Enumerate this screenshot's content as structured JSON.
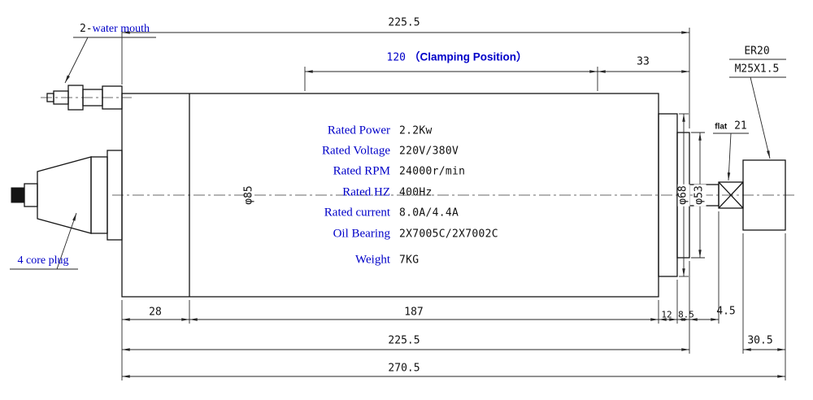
{
  "drawing": {
    "annotations": {
      "water_mouth_prefix": "2-",
      "water_mouth": "water mouth",
      "core_plug": "4 core plug",
      "collet_type": "ER20",
      "thread": "M25X1.5",
      "flat_label": "flat",
      "flat_value": "21",
      "clamping_value": "120",
      "clamping_label": "（Clamping Position）"
    },
    "dimensions": {
      "top_total": "225.5",
      "top_right": "33",
      "dia_body": "φ85",
      "dia_flange": "φ68",
      "dia_nose": "φ53",
      "bottom_cap": "28",
      "bottom_body": "187",
      "bottom_flange": "12",
      "bottom_nose": "8.5",
      "bottom_shaft": "4.5",
      "bottom_total": "225.5",
      "bottom_nut": "30.5",
      "overall": "270.5"
    },
    "specs": [
      {
        "label": "Rated Power",
        "value": "2.2Kw"
      },
      {
        "label": "Rated Voltage",
        "value": "220V/380V"
      },
      {
        "label": "Rated RPM",
        "value": "24000r/min"
      },
      {
        "label": "Rated HZ",
        "value": "400Hz"
      },
      {
        "label": "Rated current",
        "value": "8.0A/4.4A"
      },
      {
        "label": "Oil Bearing",
        "value": "2X7005C/2X7002C"
      },
      {
        "label": "Weight",
        "value": "7KG"
      }
    ],
    "colors": {
      "blue": "#0000c8",
      "line": "#151515"
    }
  }
}
